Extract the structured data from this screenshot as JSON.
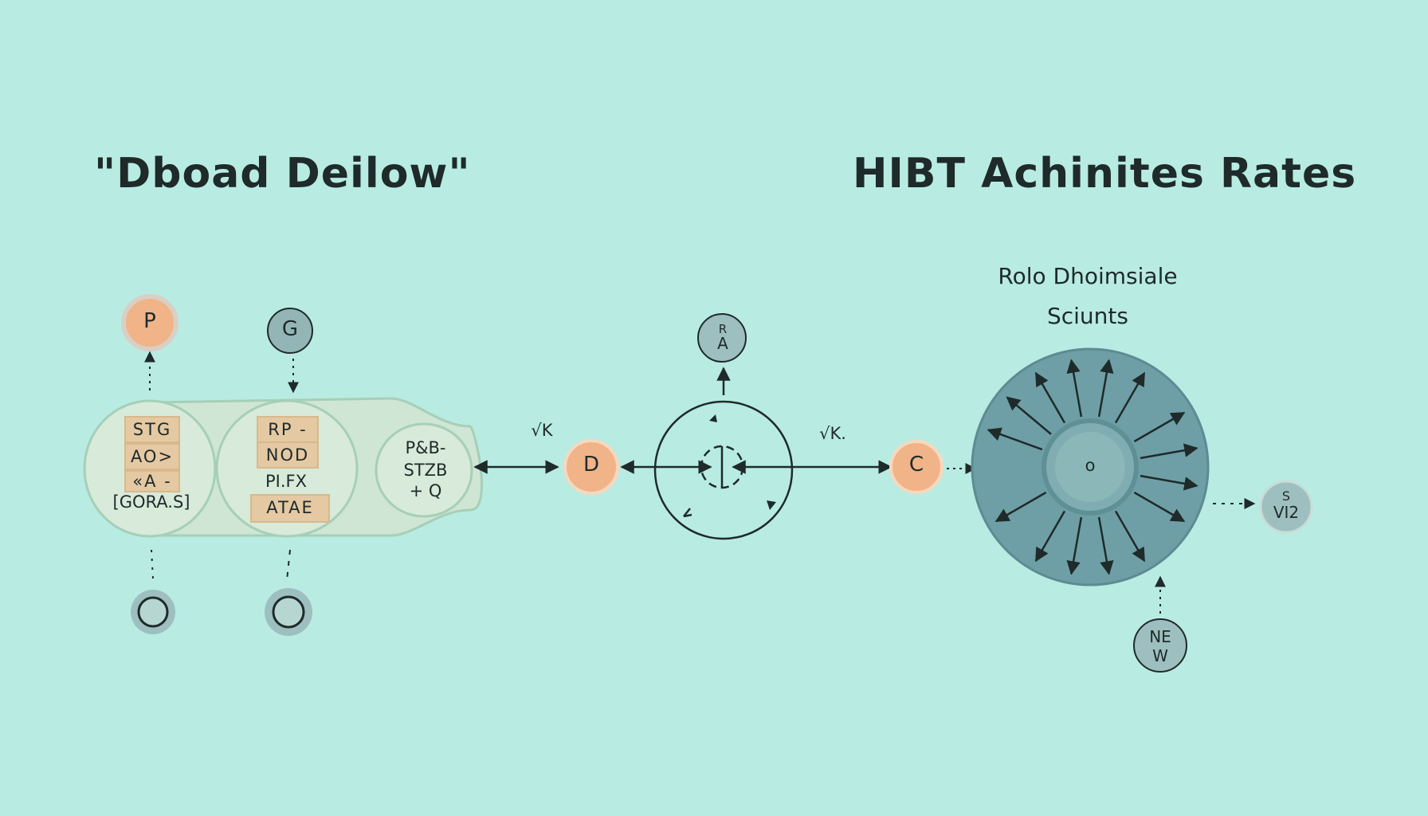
{
  "titles": {
    "left": "\"Dboad Deilow\"",
    "right": "HIBT Achinites Rates",
    "subtitle_line1": "Rolo Dhoimsiale",
    "subtitle_line2": "Sciunts"
  },
  "left_cluster": {
    "top_nodes": [
      "P",
      "G"
    ],
    "box_group_1": [
      "STG",
      "AO>",
      "«A -",
      "[GORA.S]"
    ],
    "box_group_2": [
      "RP -",
      "NOD",
      "PI.FX",
      "ATAE"
    ],
    "right_lobe": [
      "P&B-",
      "STZB",
      "+ Q"
    ]
  },
  "flow": {
    "node_d": "D",
    "node_c": "C",
    "node_ra_line1": "R",
    "node_ra_line2": "A",
    "arrow_label_left": "√K",
    "arrow_label_right": "√K.",
    "hub_center": "o",
    "node_vi2_line1": "S",
    "node_vi2_line2": "VI2",
    "node_new_line1": "NE",
    "node_new_line2": "W"
  },
  "colors": {
    "background": "#b8ece2",
    "orange_node": "#f0b488",
    "grey_node": "#93b5b6",
    "cluster_fill": "#cfe6d4",
    "label_box": "#e4c9a3",
    "hub_outer": "#6e9fa6",
    "hub_inner": "#8cb7b8"
  }
}
